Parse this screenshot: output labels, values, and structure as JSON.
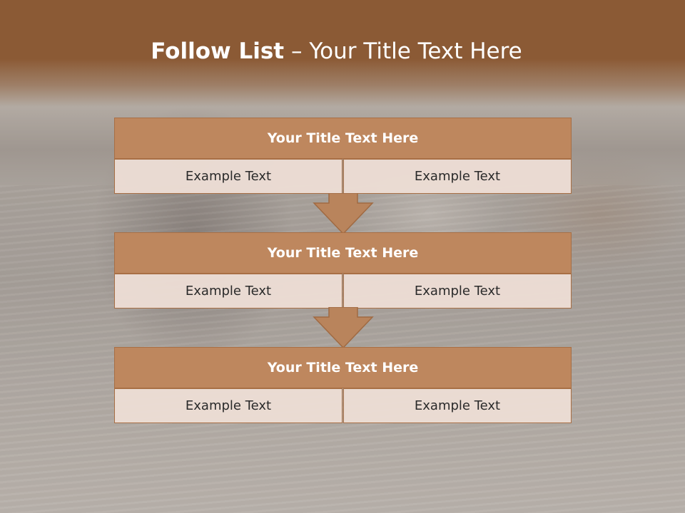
{
  "slide": {
    "title_strong": "Follow List",
    "title_rest": "  – Your Title Text Here"
  },
  "steps": [
    {
      "title": "Your Title Text Here",
      "left": "Example Text",
      "right": "Example Text"
    },
    {
      "title": "Your Title Text Here",
      "left": "Example Text",
      "right": "Example Text"
    },
    {
      "title": "Your Title Text Here",
      "left": "Example Text",
      "right": "Example Text"
    }
  ],
  "colors": {
    "header_band": "#8b5a35",
    "step_title_fill": "#be875e",
    "cell_fill": "#ecddd4",
    "arrow_fill": "#b9845c"
  }
}
